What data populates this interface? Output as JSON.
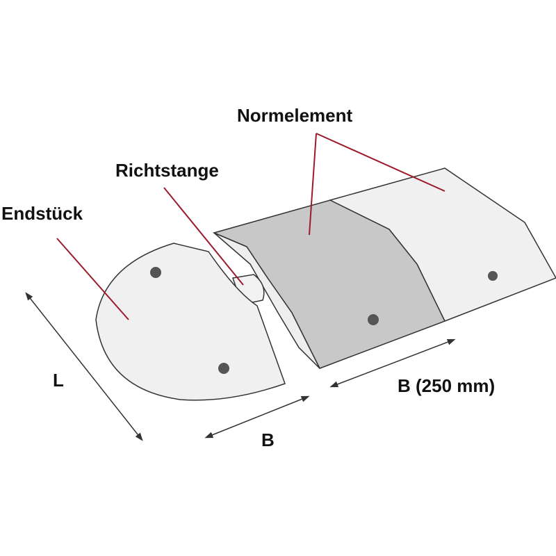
{
  "labels": {
    "normelement": "Normelement",
    "richtstange": "Richtstange",
    "endstueck": "Endstück",
    "length": "L",
    "width": "B",
    "width_normal": "B (250 mm)"
  },
  "colors": {
    "leader": "#9b1b2a",
    "grey_panel": "#c8c8c8",
    "light_panel": "#f0f0f0"
  }
}
